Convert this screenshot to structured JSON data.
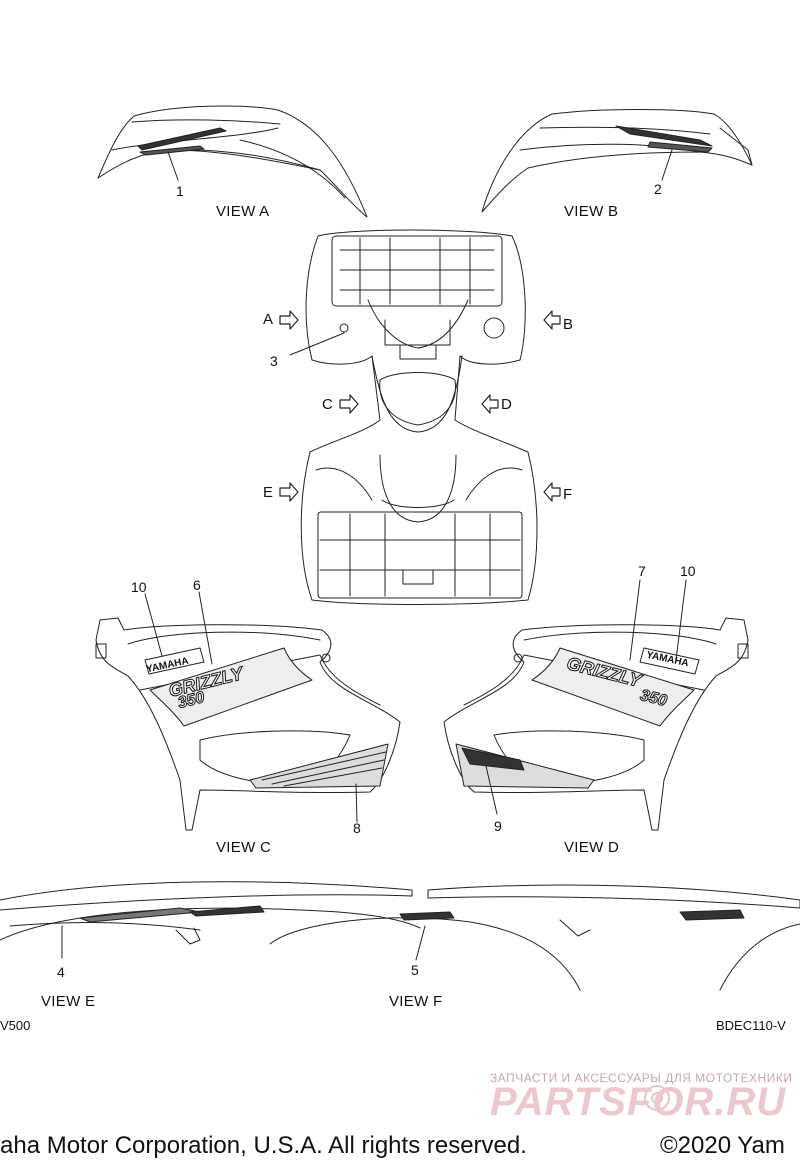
{
  "callouts": [
    "1",
    "2",
    "3",
    "4",
    "5",
    "6",
    "7",
    "8",
    "9",
    "10",
    "10"
  ],
  "views": {
    "a": "VIEW A",
    "b": "VIEW B",
    "c": "VIEW C",
    "d": "VIEW D",
    "e": "VIEW E",
    "f": "VIEW F"
  },
  "arrows": {
    "a": "A",
    "b": "B",
    "c": "C",
    "d": "D",
    "e": "E",
    "f": "F"
  },
  "decal_text": {
    "brand": "YAMAHA",
    "model": "GRIZZLY",
    "number": "350"
  },
  "codes": {
    "left": "V500",
    "right": "BDEC110-V"
  },
  "watermark": {
    "caption": "ЗАПЧАСТИ И АКСЕССУАРЫ ДЛЯ МОТОТЕХНИКИ",
    "logo": "PARTSFOR.RU"
  },
  "footer": {
    "left": "aha Motor Corporation, U.S.A. All rights reserved.",
    "right": "©2020 Yam"
  },
  "colors": {
    "line": "#222222",
    "watermark": "#ecc9cc"
  }
}
